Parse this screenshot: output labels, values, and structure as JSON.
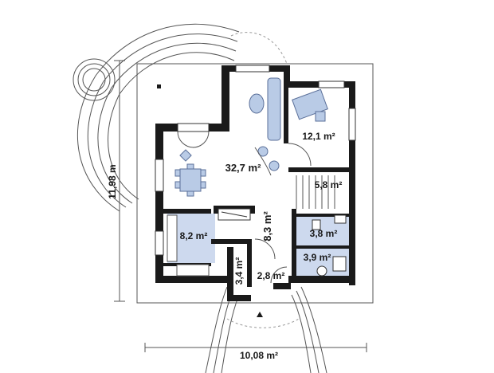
{
  "rooms": {
    "living": "32,7 m²",
    "office": "12,1 m²",
    "stairs": "5,8 m²",
    "kitchen": "8,2 m²",
    "hall": "8,3 m²",
    "bath_upper": "3,8 m²",
    "bath_lower": "3,9 m²",
    "storage": "3,4 m²",
    "entry": "2,8 m²"
  },
  "dimensions": {
    "height": "11,98 m",
    "width": "10,08 m²"
  },
  "colors": {
    "wall": "#1a1a1a",
    "tile": "#cdd9ee",
    "furniture": "#b9cbe6"
  }
}
